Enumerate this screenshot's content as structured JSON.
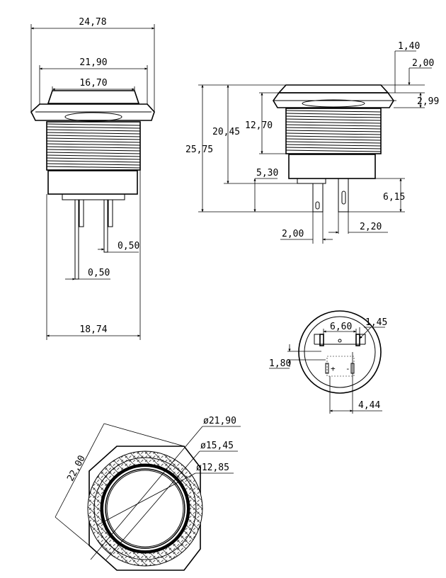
{
  "front_view": {
    "dim_flange_width": "24,78",
    "dim_hex_width": "21,90",
    "dim_top_width": "16,70",
    "dim_pin_gap": "0,50",
    "dim_pin_thickness": "0,50",
    "dim_body_width": "18,74"
  },
  "side_view": {
    "dim_cap_step": "1,40",
    "dim_cap_height": "2,00",
    "dim_flange_thickness": "2,99",
    "dim_thread_length": "12,70",
    "dim_body_height": "20,45",
    "dim_total_height": "25,75",
    "dim_terminal_offset": "5,30",
    "dim_terminal_length": "6,15",
    "dim_terminal_width": "2,00",
    "dim_terminal_spacing": "2,20"
  },
  "bottom_view": {
    "dim_terminal_span": "6,60",
    "dim_terminal_thickness": "1,45",
    "dim_terminal_offset": "1,80",
    "dim_center_offset": "4,44",
    "plus_mark": "+",
    "minus_mark": "-"
  },
  "top_view": {
    "dim_across_corners": "22,00",
    "dim_hex_diameter": "ø21,90",
    "dim_ring_diameter": "ø15,45",
    "dim_button_diameter": "ø12,85"
  }
}
